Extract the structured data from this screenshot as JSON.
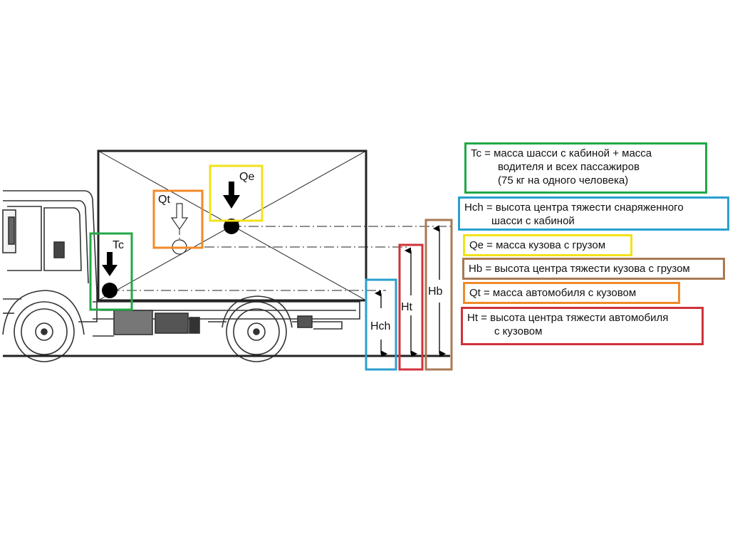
{
  "diagram": {
    "labels": {
      "tc": "Tc",
      "qt": "Qt",
      "qe": "Qe",
      "hch": "Hch",
      "ht": "Ht",
      "hb": "Hb"
    },
    "legend": {
      "tc": {
        "line1": "Tc = масса шасси с кабиной + масса",
        "line2": "водителя и всех пассажиров",
        "line3": "(75 кг на одного человека)",
        "color": "#22a845"
      },
      "hch": {
        "line1": "Hch = высота центра тяжести снаряженного",
        "line2": "шасси с кабиной",
        "color": "#2a9fd0"
      },
      "qe": {
        "line1": "Qe = масса кузова с грузом",
        "color": "#f2e21a"
      },
      "hb": {
        "line1": "Hb = высота центра тяжести кузова с грузом",
        "color": "#a87a55"
      },
      "qt": {
        "line1": "Qt = масса автомобиля с кузовом",
        "color": "#f08a28"
      },
      "ht": {
        "line1": "Ht = высота центра тяжести автомобиля",
        "line2": "с кузовом",
        "color": "#d0323a"
      }
    }
  }
}
